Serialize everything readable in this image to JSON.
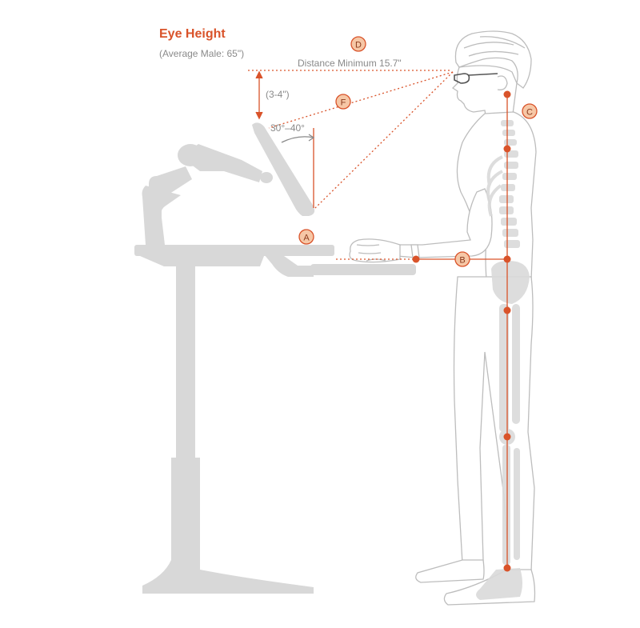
{
  "title": "Eye Height",
  "subtitle": "(Average Male: 65\")",
  "labels": {
    "distance": "Distance Minimum 15.7\"",
    "offset": "(3-4\")",
    "tilt": "30°–40°"
  },
  "markers": {
    "a": "A",
    "b": "B",
    "c": "C",
    "d": "D",
    "f": "F"
  },
  "colors": {
    "accent": "#d9532a",
    "marker_fill": "#f6c7a6",
    "furniture": "#d8d8d8",
    "body_line": "#bdbdbd",
    "skeleton": "#dadada",
    "label_gray": "#8a8a8a"
  }
}
